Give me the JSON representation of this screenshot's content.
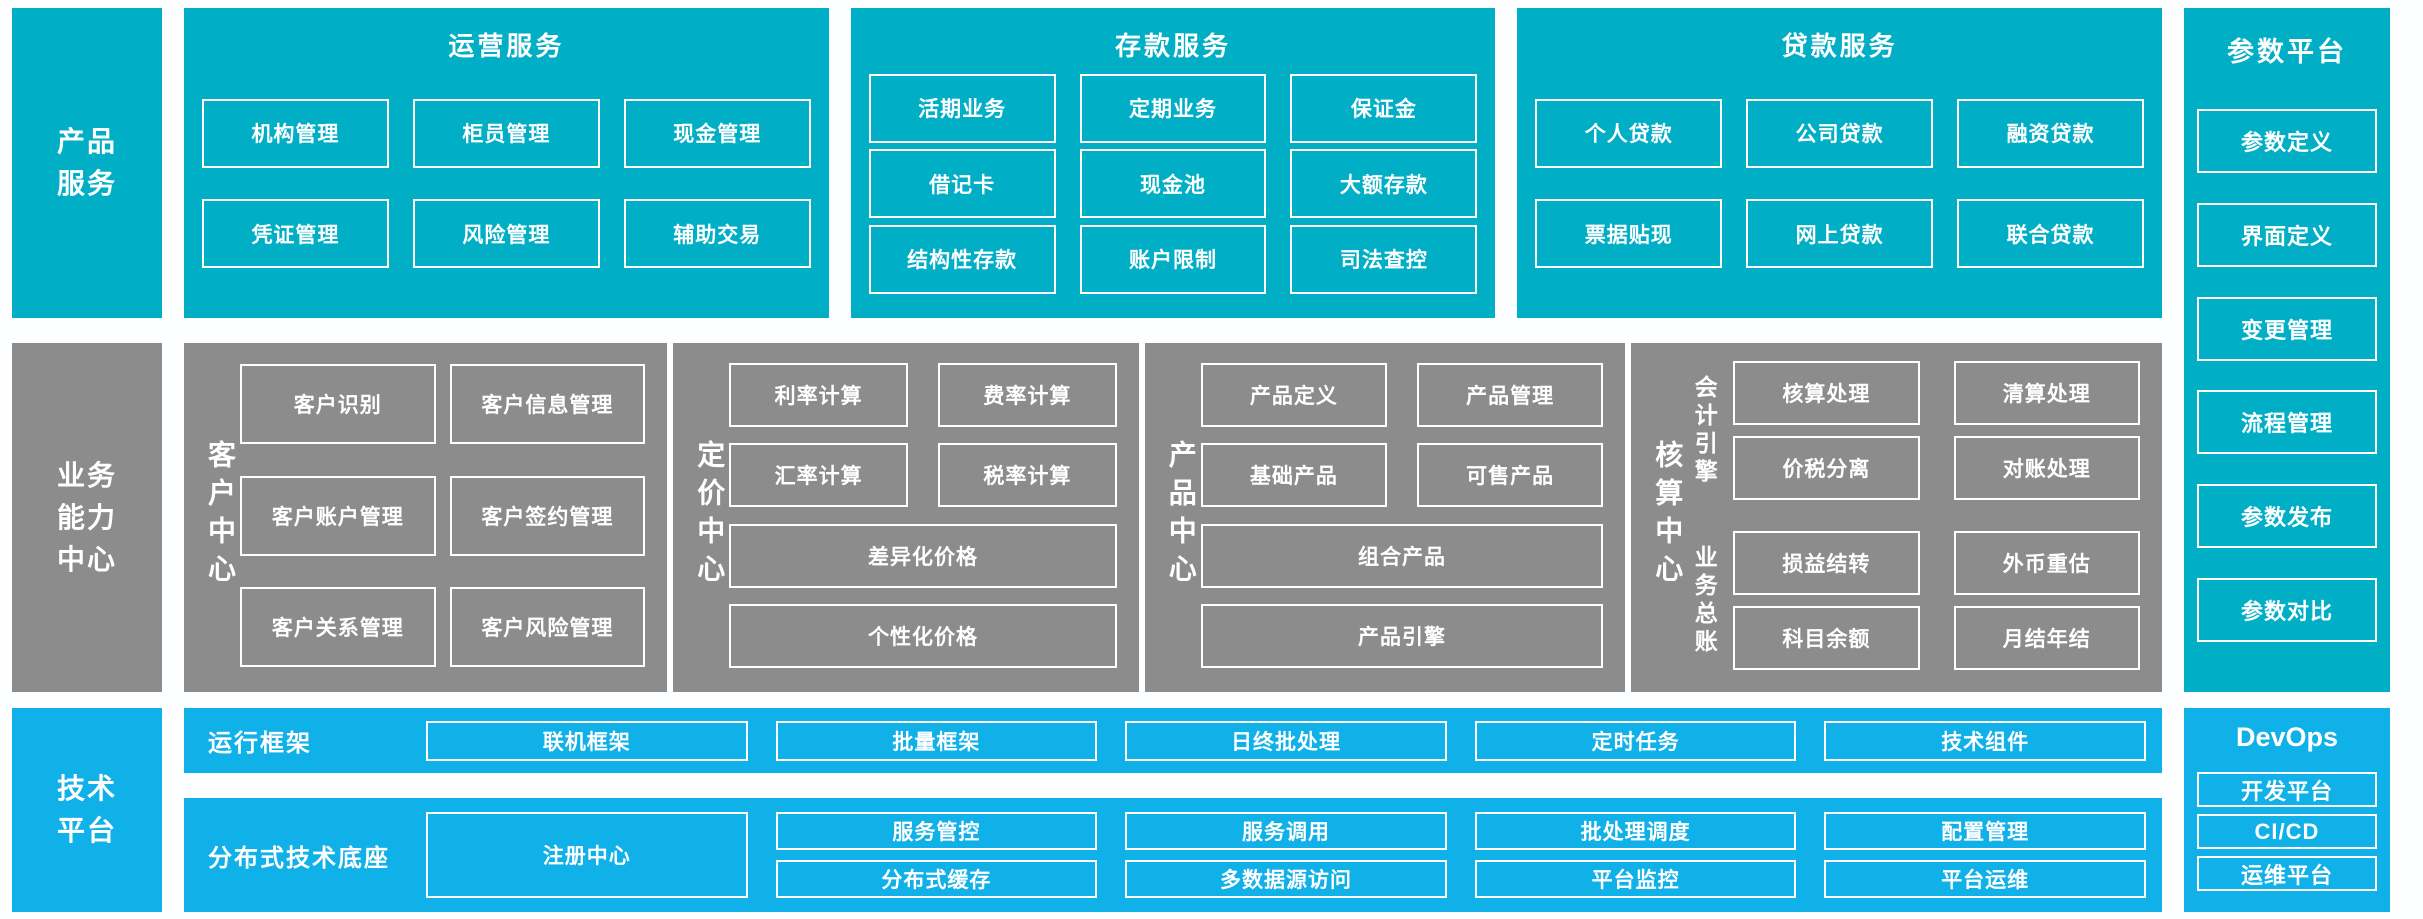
{
  "colors": {
    "teal": "#00aec6",
    "gray": "#8c8c8c",
    "blue": "#10b0e8",
    "box_border": "#ffffff",
    "background": "#fcfeff"
  },
  "product_services": {
    "sidebar": "产品\n服务",
    "panels": [
      {
        "title": "运营服务",
        "rows": [
          [
            "机构管理",
            "柜员管理",
            "现金管理"
          ],
          [
            "凭证管理",
            "风险管理",
            "辅助交易"
          ]
        ]
      },
      {
        "title": "存款服务",
        "rows": [
          [
            "活期业务",
            "定期业务",
            "保证金"
          ],
          [
            "借记卡",
            "现金池",
            "大额存款"
          ],
          [
            "结构性存款",
            "账户限制",
            "司法查控"
          ]
        ]
      },
      {
        "title": "贷款服务",
        "rows": [
          [
            "个人贷款",
            "公司贷款",
            "融资贷款"
          ],
          [
            "票据贴现",
            "网上贷款",
            "联合贷款"
          ]
        ]
      }
    ]
  },
  "param_platform": {
    "title": "参数平台",
    "items": [
      "参数定义",
      "界面定义",
      "变更管理",
      "流程管理",
      "参数发布",
      "参数对比"
    ]
  },
  "business_centers": {
    "sidebar": "业务\n能力\n中心",
    "customer_center": {
      "title": "客户中心",
      "rows": [
        [
          "客户识别",
          "客户信息管理"
        ],
        [
          "客户账户管理",
          "客户签约管理"
        ],
        [
          "客户关系管理",
          "客户风险管理"
        ]
      ]
    },
    "pricing_center": {
      "title": "定价中心",
      "rows": [
        [
          "利率计算",
          "费率计算"
        ],
        [
          "汇率计算",
          "税率计算"
        ]
      ],
      "wide": [
        "差异化价格",
        "个性化价格"
      ]
    },
    "product_center": {
      "title": "产品中心",
      "rows": [
        [
          "产品定义",
          "产品管理"
        ],
        [
          "基础产品",
          "可售产品"
        ]
      ],
      "wide": [
        "组合产品",
        "产品引擎"
      ]
    },
    "accounting_center": {
      "title": "核算中心",
      "groups": [
        {
          "label": "会计引擎",
          "rows": [
            [
              "核算处理",
              "清算处理"
            ],
            [
              "价税分离",
              "对账处理"
            ]
          ]
        },
        {
          "label": "业务总账",
          "rows": [
            [
              "损益结转",
              "外币重估"
            ],
            [
              "科目余额",
              "月结年结"
            ]
          ]
        }
      ]
    }
  },
  "tech_platform": {
    "sidebar": "技术\n平台",
    "runtime": {
      "label": "运行框架",
      "items": [
        "联机框架",
        "批量框架",
        "日终批处理",
        "定时任务",
        "技术组件"
      ]
    },
    "distributed": {
      "label": "分布式技术底座",
      "registry": "注册中心",
      "rows": [
        [
          "服务管控",
          "服务调用",
          "批处理调度",
          "配置管理"
        ],
        [
          "分布式缓存",
          "多数据源访问",
          "平台监控",
          "平台运维"
        ]
      ]
    },
    "devops": {
      "title": "DevOps",
      "items": [
        "开发平台",
        "CI/CD",
        "运维平台"
      ]
    }
  }
}
